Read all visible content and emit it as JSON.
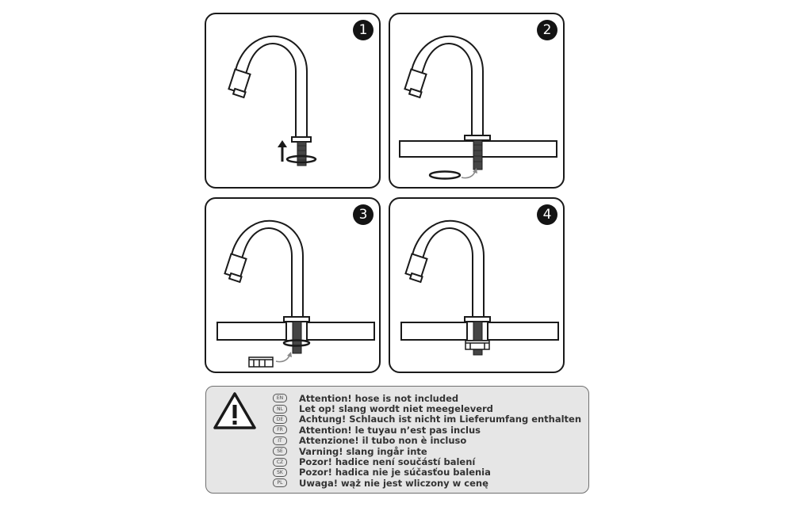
{
  "steps": [
    {
      "number": "1"
    },
    {
      "number": "2"
    },
    {
      "number": "3"
    },
    {
      "number": "4"
    }
  ],
  "warnings": [
    {
      "lang": "EN",
      "text": "Attention! hose is not included"
    },
    {
      "lang": "NL",
      "text": "Let op! slang wordt niet meegeleverd"
    },
    {
      "lang": "DE",
      "text": "Achtung! Schlauch ist nicht im Lieferumfang enthalten"
    },
    {
      "lang": "FR",
      "text": "Attention! le tuyau n’est pas inclus"
    },
    {
      "lang": "IT",
      "text": "Attenzione! il tubo non è incluso"
    },
    {
      "lang": "SE",
      "text": "Varning! slang ingår inte"
    },
    {
      "lang": "CZ",
      "text": "Pozor! hadice není součástí balení"
    },
    {
      "lang": "SK",
      "text": "Pozor! hadica nie je súčasťou balenia"
    },
    {
      "lang": "PL",
      "text": "Uwaga! wąż nie jest wliczony w cenę"
    }
  ],
  "icons": {
    "warning": "warning-triangle-icon",
    "faucet": "faucet-icon",
    "arrow": "arrow-icon"
  }
}
